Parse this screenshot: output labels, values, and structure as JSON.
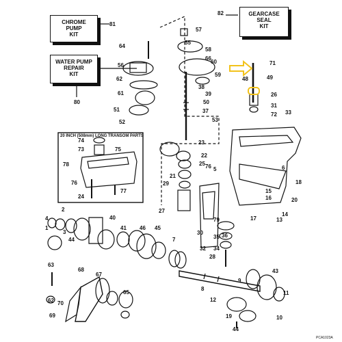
{
  "kits": {
    "chrome_pump": {
      "line1": "CHROME",
      "line2": "PUMP",
      "line3": "KIT"
    },
    "water_pump": {
      "line1": "WATER PUMP",
      "line2": "REPAIR",
      "line3": "KIT"
    },
    "gearcase_seal": {
      "line1": "GEARCASE",
      "line2": "SEAL",
      "line3": "KIT"
    }
  },
  "inset": {
    "title": "20 INCH (508mm) LONG TRANSOM PARTS"
  },
  "figure_code": "PCA1023A",
  "highlight_color": "#f2c21b",
  "callouts": [
    "81",
    "82",
    "57",
    "55",
    "58",
    "64",
    "60",
    "59",
    "56",
    "62",
    "61",
    "51",
    "52",
    "38",
    "39",
    "50",
    "37",
    "53",
    "66",
    "71",
    "48",
    "49",
    "26",
    "31",
    "72",
    "33",
    "79",
    "74",
    "73",
    "75",
    "78",
    "76",
    "77",
    "24",
    "23",
    "22",
    "25",
    "76",
    "5",
    "21",
    "29",
    "27",
    "2",
    "4",
    "1",
    "3",
    "40",
    "41",
    "46",
    "45",
    "7",
    "44",
    "9",
    "30",
    "35",
    "34",
    "32",
    "28",
    "63",
    "8",
    "43",
    "68",
    "67",
    "65",
    "62",
    "70",
    "69",
    "12",
    "19",
    "44",
    "10",
    "11",
    "18",
    "20",
    "17",
    "14",
    "13",
    "15",
    "16",
    "36",
    "80",
    "6"
  ]
}
